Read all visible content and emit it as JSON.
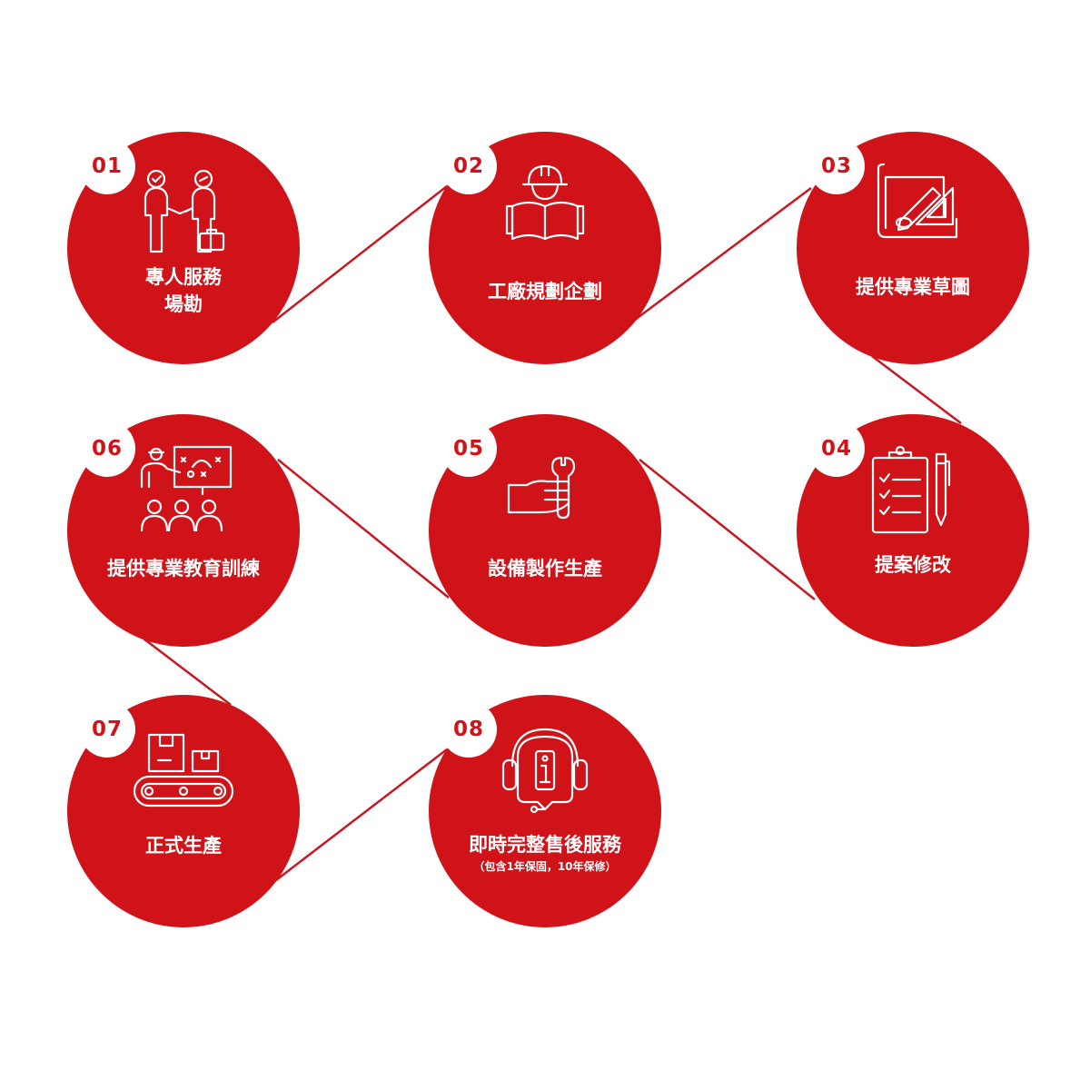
{
  "colors": {
    "primary_red": "#d01219",
    "connector": "#c8171f",
    "icon": "#ffffff"
  },
  "steps": [
    {
      "number": "01",
      "label": "專人服務\n場勘",
      "icon": "handshake-icon"
    },
    {
      "number": "02",
      "label": "工廠規劃企劃",
      "icon": "engineer-blueprint-icon"
    },
    {
      "number": "03",
      "label": "提供專業草圖",
      "icon": "drafting-tools-icon"
    },
    {
      "number": "04",
      "label": "提案修改",
      "icon": "clipboard-checklist-icon"
    },
    {
      "number": "05",
      "label": "設備製作生產",
      "icon": "hand-wrench-icon"
    },
    {
      "number": "06",
      "label": "提供專業教育訓練",
      "icon": "training-presentation-icon"
    },
    {
      "number": "07",
      "label": "正式生產",
      "icon": "conveyor-boxes-icon"
    },
    {
      "number": "08",
      "label": "即時完整售後服務",
      "sublabel": "（包含1年保固，10年保修）",
      "icon": "headset-support-icon"
    }
  ]
}
